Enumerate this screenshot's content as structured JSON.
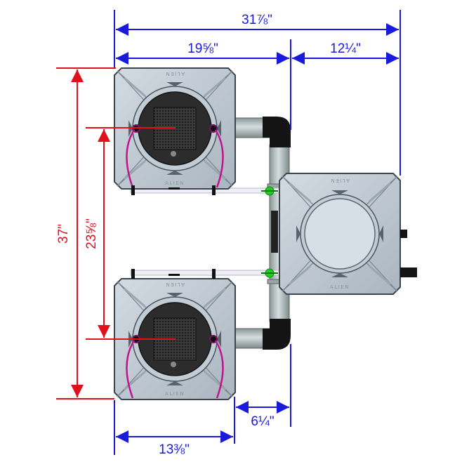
{
  "diagram": {
    "dimensions": {
      "overall_width": "31⅞\"",
      "left_section_width": "19⅝\"",
      "right_section_width": "12¼\"",
      "overall_height": "37\"",
      "outlet_spacing": "23⅝\"",
      "pipe_gap": "6¼\"",
      "pot_width": "13⅜\""
    },
    "pot_logo": "ALIEN",
    "colors": {
      "dimension_blue": "#1a1adc",
      "dimension_red": "#e0101c",
      "pot_fill": "#bcc7d0",
      "pipe_grey": "#a9b4b4",
      "elbow_black": "#141414",
      "valve_green": "#22cc22",
      "tube_magenta": "#c0148c"
    }
  }
}
